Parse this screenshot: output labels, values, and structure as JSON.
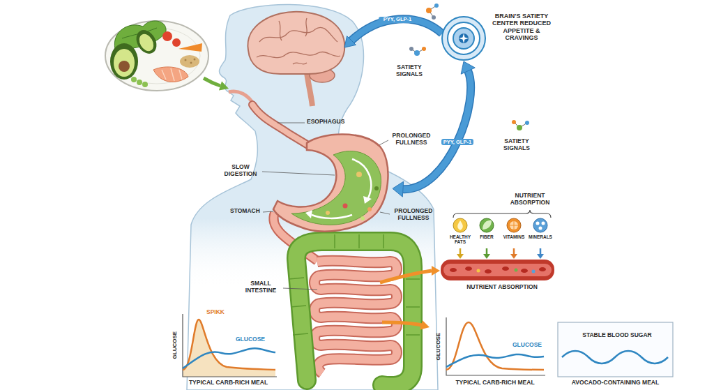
{
  "diagram": {
    "nodes": [
      {
        "text": [
          "BRAIN'S SATIETY CENTER REDUCED APPETITE & CRAVINGS"
        ]
      },
      {
        "text": [
          "STOMACH"
        ]
      }
    ],
    "edges": [
      {
        "from": 1,
        "to": 0,
        "label": "PYY, GLP-1",
        "arrow": "both"
      }
    ],
    "labels": [
      "PYY, GLP-1",
      "SATIETY SIGNALS",
      "SATIETY SIGNALS",
      "ESOPHAGUS",
      "PROLONGED FULLNESS",
      "SLOW DIGESTION",
      "PROLONGED FULLNESS",
      "NUTRIENT ABSORPTION",
      "HEALTHY FATS",
      "FIBER",
      "VITAMINS",
      "MINERALS",
      "NUTRIENT ABSORPTION",
      "SMALL INTESTINE",
      "GLUCOSE",
      "SPIKK",
      "GLUCOSE",
      "TYPICAL CARB-RICH MEAL",
      "GLUCOSE",
      "GLUCOSE",
      "TYPICAL CARB-RICH MEAL",
      "STABLE BLOOD SUGAR",
      "AVOCADO-CONTAINING MEAL"
    ]
  }
}
